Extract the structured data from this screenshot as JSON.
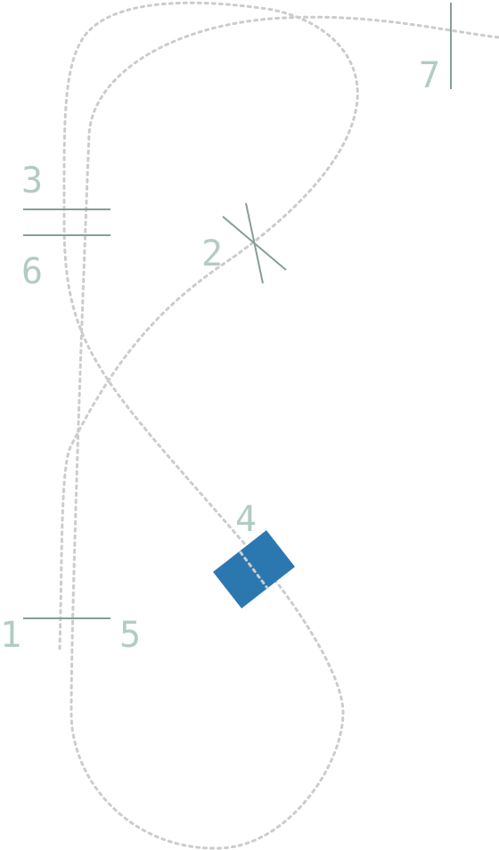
{
  "checkpoints": {
    "c1": "1",
    "c2": "2",
    "c3": "3",
    "c4": "4",
    "c5": "5",
    "c6": "6",
    "c7": "7"
  },
  "colors": {
    "path": "#cccccc",
    "marker_line": "#879e96",
    "label": "#b3cbc4",
    "vehicle": "#2b78b1"
  }
}
